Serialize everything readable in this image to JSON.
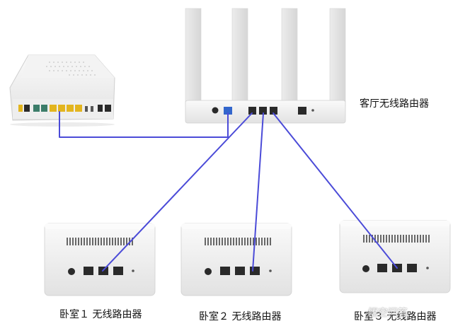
{
  "labels": {
    "living_room_router": "客厅无线路由器",
    "bedroom1_router": "卧室１ 无线路由器",
    "bedroom2_router": "卧室２ 无线路由器",
    "bedroom3_router": "卧室３ 无线路由器"
  },
  "watermark": "悟空问答",
  "colors": {
    "cable": "#4b4bd8",
    "device_body": "#f4f4f4",
    "port": "#2a2a2a",
    "modem_port_yellow": "#e3b51e",
    "modem_port_green": "#3c7d6a",
    "wan_port_blue": "#3366cc"
  }
}
